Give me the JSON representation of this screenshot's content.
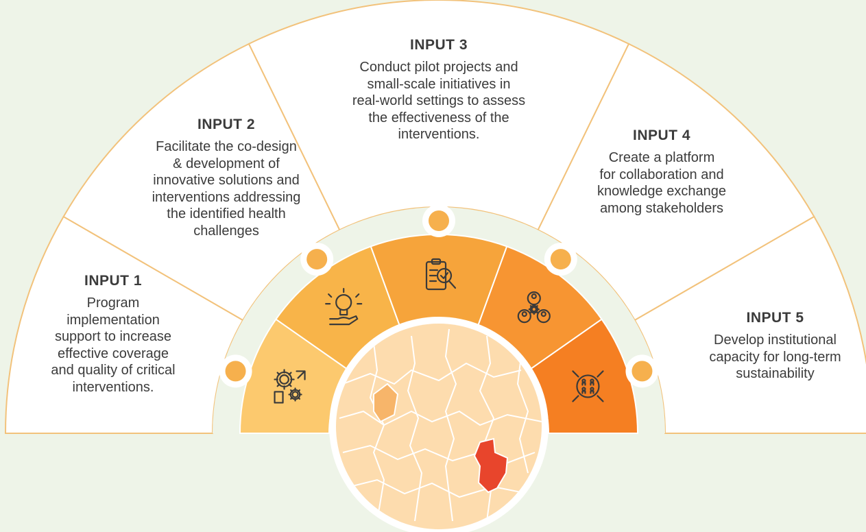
{
  "colors": {
    "background": "#eef4e8",
    "outer_segment_fill": "#ffffff",
    "outer_segment_stroke": "#f2c27b",
    "inner_band": "#eef4e8",
    "inner_segments": [
      "#fcc96e",
      "#f8b449",
      "#f6a43b",
      "#f79532",
      "#f57f22"
    ],
    "dot": "#f6b04d",
    "map_base": "#fddcae",
    "map_highlight": "#e8452c"
  },
  "inputs": [
    {
      "title": "INPUT 1",
      "text": "Program\nimplementation\nsupport to increase\neffective coverage\nand quality of critical\ninterventions.",
      "icon": "gears-puzzle-icon"
    },
    {
      "title": "INPUT 2",
      "text": "Facilitate the co-design\n& development of\ninnovative solutions and\ninterventions addressing\nthe identified health\nchallenges",
      "icon": "lightbulb-hand-icon"
    },
    {
      "title": "INPUT 3",
      "text": "Conduct pilot projects and\nsmall-scale initiatives in\nreal-world settings to assess\nthe effectiveness of the\ninterventions.",
      "icon": "clipboard-check-icon"
    },
    {
      "title": "INPUT 4",
      "text": "Create a platform\nfor collaboration and\nknowledge exchange\namong stakeholders",
      "icon": "people-network-icon"
    },
    {
      "title": "INPUT 5",
      "text": "Develop institutional\ncapacity for long-term\nsustainability",
      "icon": "people-expand-icon"
    }
  ]
}
